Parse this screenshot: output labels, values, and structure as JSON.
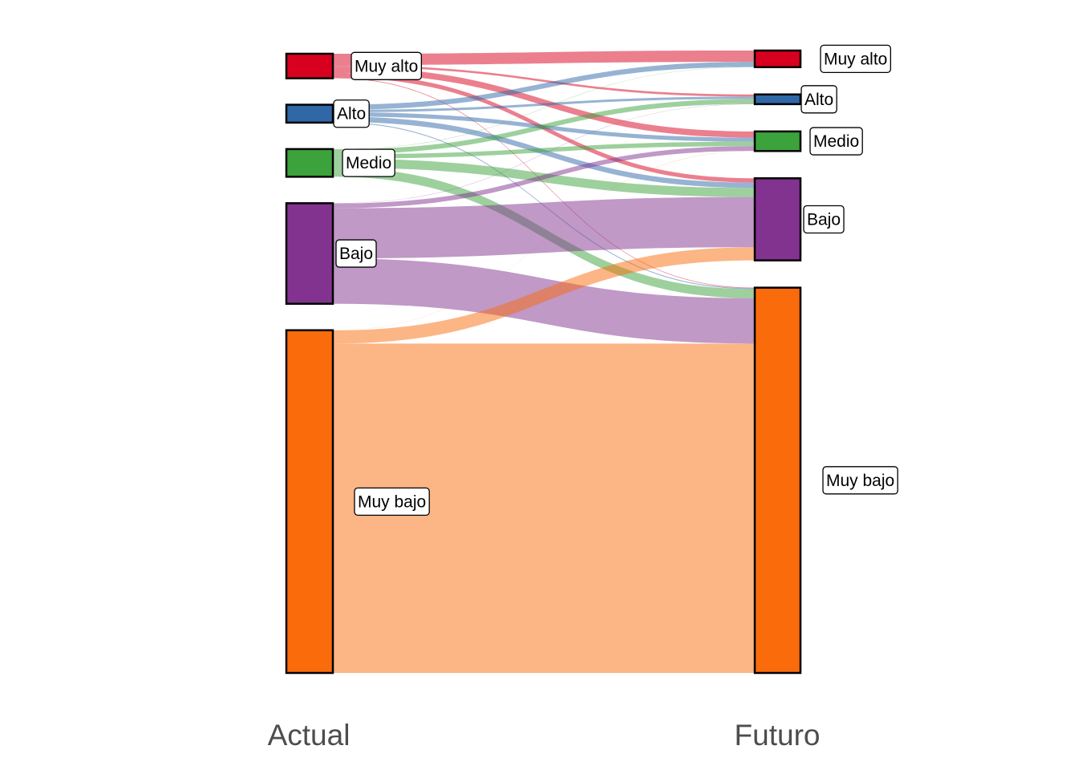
{
  "chart_data": {
    "type": "sankey",
    "axes": [
      "Actual",
      "Futuro"
    ],
    "categories": [
      "Muy alto",
      "Alto",
      "Medio",
      "Bajo",
      "Muy bajo"
    ],
    "colors": {
      "Muy alto": "#d7001e",
      "Alto": "#2f67a7",
      "Medio": "#3ca23b",
      "Bajo": "#82338f",
      "Muy bajo": "#fa6b0b"
    },
    "flows": [
      {
        "from": "Muy alto",
        "to": "Muy alto",
        "value": 13.7
      },
      {
        "from": "Muy alto",
        "to": "Alto",
        "value": 2.6
      },
      {
        "from": "Muy alto",
        "to": "Medio",
        "value": 7.5
      },
      {
        "from": "Muy alto",
        "to": "Bajo",
        "value": 5.2
      },
      {
        "from": "Muy alto",
        "to": "Muy bajo",
        "value": 0.8
      },
      {
        "from": "Alto",
        "to": "Muy alto",
        "value": 6.2
      },
      {
        "from": "Alto",
        "to": "Alto",
        "value": 2.9
      },
      {
        "from": "Alto",
        "to": "Medio",
        "value": 5.0
      },
      {
        "from": "Alto",
        "to": "Bajo",
        "value": 6.5
      },
      {
        "from": "Alto",
        "to": "Muy bajo",
        "value": 1.1
      },
      {
        "from": "Medio",
        "to": "Muy alto",
        "value": 0.3
      },
      {
        "from": "Medio",
        "to": "Alto",
        "value": 6.0
      },
      {
        "from": "Medio",
        "to": "Medio",
        "value": 5.3
      },
      {
        "from": "Medio",
        "to": "Bajo",
        "value": 11.0
      },
      {
        "from": "Medio",
        "to": "Muy bajo",
        "value": 11.0
      },
      {
        "from": "Bajo",
        "to": "Alto",
        "value": 0.3
      },
      {
        "from": "Bajo",
        "to": "Medio",
        "value": 5.8
      },
      {
        "from": "Bajo",
        "to": "Bajo",
        "value": 61.0
      },
      {
        "from": "Bajo",
        "to": "Muy bajo",
        "value": 55.0
      },
      {
        "from": "Muy bajo",
        "to": "Medio",
        "value": 0.2
      },
      {
        "from": "Muy bajo",
        "to": "Bajo",
        "value": 16.0
      },
      {
        "from": "Muy bajo",
        "to": "Muy bajo",
        "value": 400.0
      }
    ]
  }
}
